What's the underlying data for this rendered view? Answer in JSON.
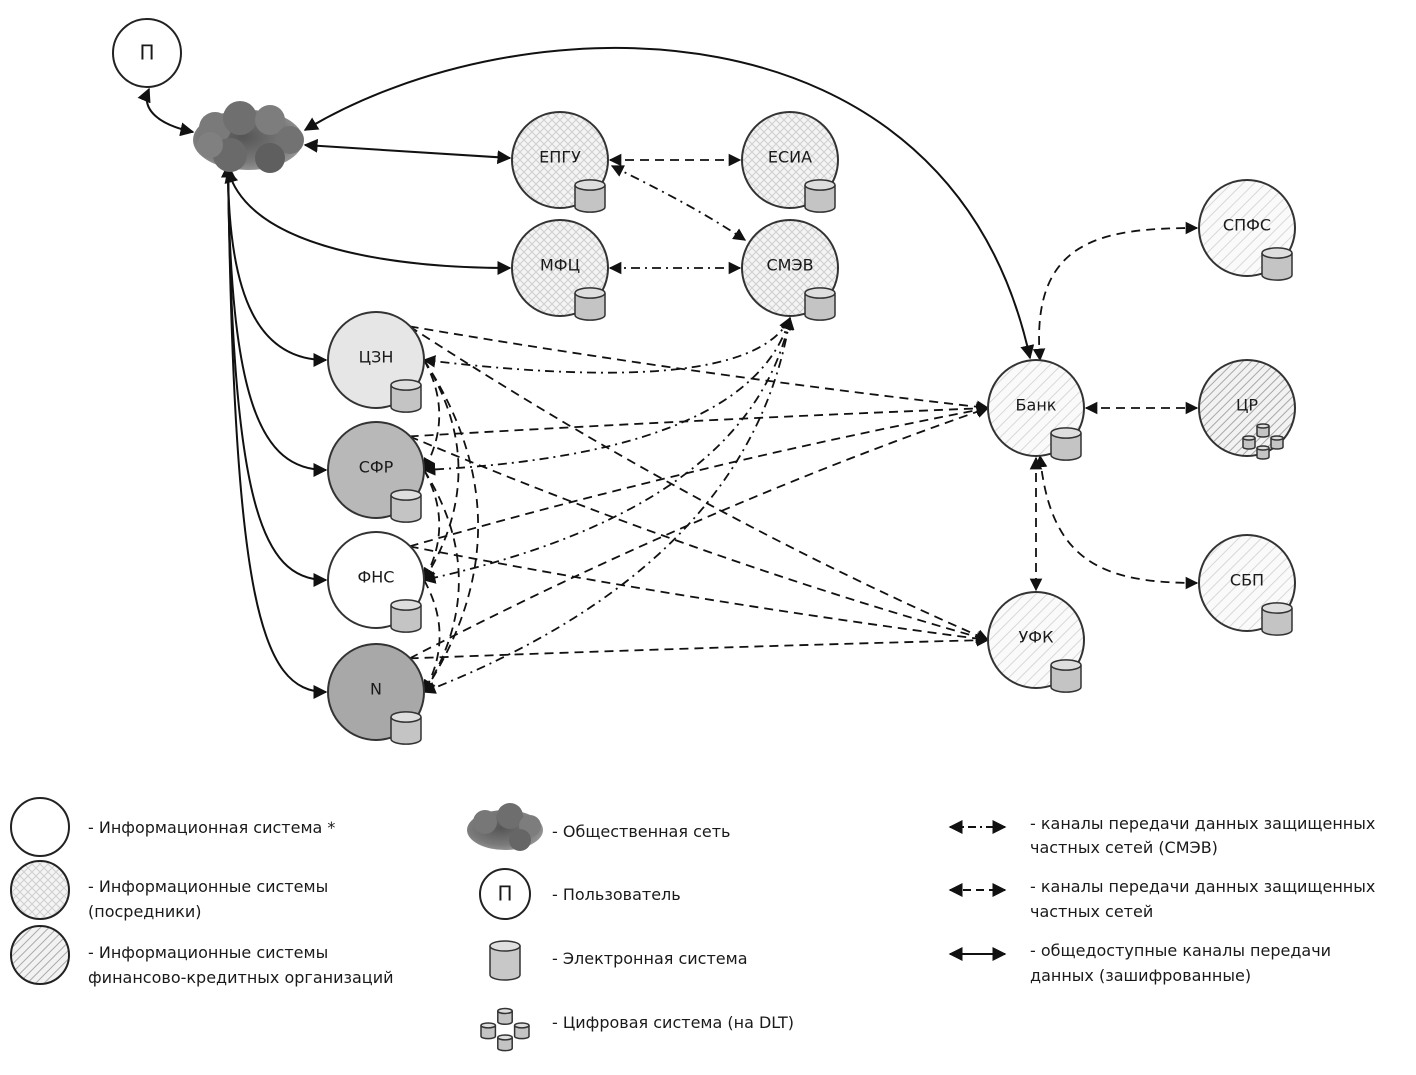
{
  "diagram": {
    "user_node": {
      "id": "user",
      "label": "П"
    },
    "cloud": {
      "id": "cloud",
      "name": "Общественная сеть"
    },
    "nodes": [
      {
        "id": "epgu",
        "label": "ЕПГУ",
        "type": "intermediary",
        "db": "single"
      },
      {
        "id": "esia",
        "label": "ЕСИА",
        "type": "intermediary",
        "db": "single"
      },
      {
        "id": "mfc",
        "label": "МФЦ",
        "type": "intermediary",
        "db": "single"
      },
      {
        "id": "smev",
        "label": "СМЭВ",
        "type": "intermediary",
        "db": "single"
      },
      {
        "id": "czn",
        "label": "ЦЗН",
        "type": "info",
        "fill": "#e6e6e6",
        "db": "single"
      },
      {
        "id": "sfr",
        "label": "СФР",
        "type": "info",
        "fill": "#b8b8b8",
        "db": "single"
      },
      {
        "id": "fns",
        "label": "ФНС",
        "type": "info",
        "fill": "#ffffff",
        "db": "single"
      },
      {
        "id": "n",
        "label": "N",
        "type": "info",
        "fill": "#a8a8a8",
        "db": "single"
      },
      {
        "id": "bank",
        "label": "Банк",
        "type": "financial",
        "db": "single"
      },
      {
        "id": "spfs",
        "label": "СПФС",
        "type": "financial",
        "db": "single"
      },
      {
        "id": "cr",
        "label": "ЦР",
        "type": "financial-dense",
        "db": "dlt"
      },
      {
        "id": "sbp",
        "label": "СБП",
        "type": "financial",
        "db": "single"
      },
      {
        "id": "ufk",
        "label": "УФК",
        "type": "financial",
        "db": "single"
      }
    ],
    "edges": [
      {
        "from": "cloud",
        "to": "user",
        "style": "solid"
      },
      {
        "from": "cloud",
        "to": "epgu",
        "style": "solid"
      },
      {
        "from": "cloud",
        "to": "mfc",
        "style": "solid"
      },
      {
        "from": "cloud",
        "to": "bank",
        "style": "solid"
      },
      {
        "from": "cloud",
        "to": "czn",
        "style": "solid"
      },
      {
        "from": "cloud",
        "to": "sfr",
        "style": "solid"
      },
      {
        "from": "cloud",
        "to": "fns",
        "style": "solid"
      },
      {
        "from": "cloud",
        "to": "n",
        "style": "solid"
      },
      {
        "from": "epgu",
        "to": "esia",
        "style": "dashed"
      },
      {
        "from": "epgu",
        "to": "smev",
        "style": "dashdot"
      },
      {
        "from": "mfc",
        "to": "smev",
        "style": "dashdot"
      },
      {
        "from": "bank",
        "to": "spfs",
        "style": "dashed"
      },
      {
        "from": "bank",
        "to": "cr",
        "style": "dashed"
      },
      {
        "from": "bank",
        "to": "sbp",
        "style": "dashed"
      },
      {
        "from": "bank",
        "to": "ufk",
        "style": "dashed"
      },
      {
        "from": "smev",
        "to": "czn",
        "style": "dashdot"
      },
      {
        "from": "smev",
        "to": "sfr",
        "style": "dashdot"
      },
      {
        "from": "smev",
        "to": "fns",
        "style": "dashdot"
      },
      {
        "from": "smev",
        "to": "n",
        "style": "dashdot"
      },
      {
        "from": "czn",
        "to": "bank",
        "style": "dashed"
      },
      {
        "from": "sfr",
        "to": "bank",
        "style": "dashed"
      },
      {
        "from": "fns",
        "to": "bank",
        "style": "dashed"
      },
      {
        "from": "n",
        "to": "bank",
        "style": "dashed"
      },
      {
        "from": "czn",
        "to": "ufk",
        "style": "dashed"
      },
      {
        "from": "sfr",
        "to": "ufk",
        "style": "dashed"
      },
      {
        "from": "fns",
        "to": "ufk",
        "style": "dashed"
      },
      {
        "from": "n",
        "to": "ufk",
        "style": "dashed"
      },
      {
        "from": "czn",
        "to": "sfr",
        "style": "dashed"
      },
      {
        "from": "czn",
        "to": "fns",
        "style": "dashed"
      },
      {
        "from": "czn",
        "to": "n",
        "style": "dashed"
      },
      {
        "from": "sfr",
        "to": "fns",
        "style": "dashed"
      },
      {
        "from": "sfr",
        "to": "n",
        "style": "dashed"
      },
      {
        "from": "fns",
        "to": "n",
        "style": "dashed"
      }
    ]
  },
  "legend": {
    "info_system": "- Информационная система *",
    "intermediary_line1": "- Информационные системы",
    "intermediary_line2": "(посредники)",
    "financial_line1": "- Информационные системы",
    "financial_line2": "финансово-кредитных организаций",
    "public_network": "- Общественная сеть",
    "user_symbol": "П",
    "user": "- Пользователь",
    "electronic_system": "- Электронная система",
    "digital_system": "- Цифровая система (на DLT)",
    "smev_channels_line1": "- каналы передачи данных защищенных",
    "smev_channels_line2": "частных сетей (СМЭВ)",
    "private_channels_line1": "- каналы передачи данных защищенных",
    "private_channels_line2": "частных сетей",
    "public_channels_line1": "- общедоступные каналы передачи",
    "public_channels_line2": "данных (зашифрованные)"
  }
}
